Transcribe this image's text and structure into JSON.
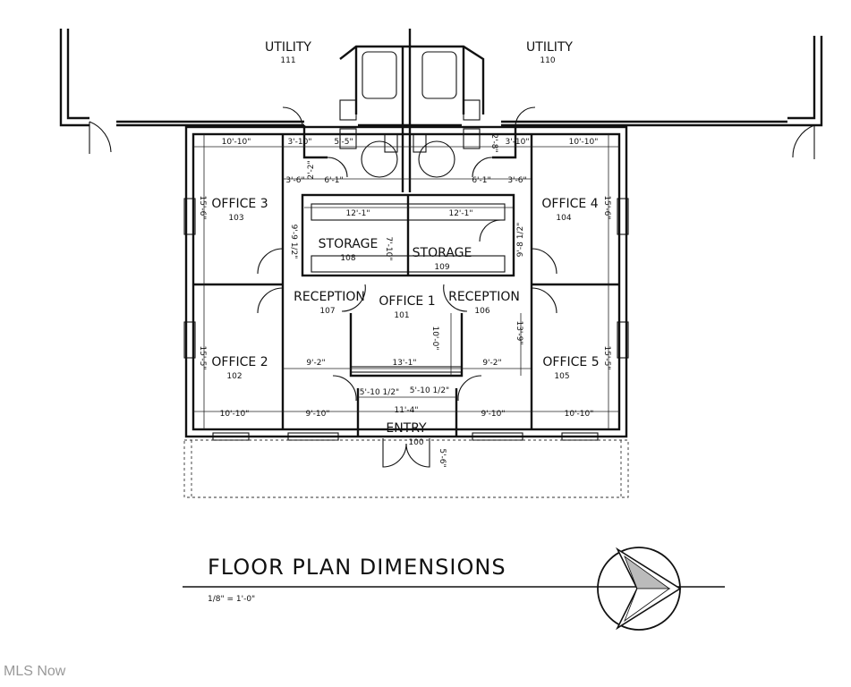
{
  "rooms": {
    "utility_111": {
      "name": "UTILITY",
      "number": "111"
    },
    "utility_110": {
      "name": "UTILITY",
      "number": "110"
    },
    "office_3": {
      "name": "OFFICE 3",
      "number": "103"
    },
    "office_4": {
      "name": "OFFICE 4",
      "number": "104"
    },
    "storage_108": {
      "name": "STORAGE",
      "number": "108"
    },
    "storage_109": {
      "name": "STORAGE",
      "number": "109"
    },
    "reception_107": {
      "name": "RECEPTION",
      "number": "107"
    },
    "office_1": {
      "name": "OFFICE 1",
      "number": "101"
    },
    "reception_106": {
      "name": "RECEPTION",
      "number": "106"
    },
    "office_2": {
      "name": "OFFICE 2",
      "number": "102"
    },
    "office_5": {
      "name": "OFFICE 5",
      "number": "105"
    },
    "entry": {
      "name": "ENTRY",
      "number": "100"
    }
  },
  "dimensions": {
    "top_left_width": "10'-10\"",
    "top_left_mid": "3'-10\"",
    "top_left_bath": "5'-5\"",
    "top_right_bath": "3'-10\"",
    "top_right_width": "10'-10\"",
    "util_left_v": "2'-2\"",
    "util_right_v": "2'-8\"",
    "left_3_6": "3'-6\"",
    "left_6_1": "6'-1\"",
    "right_6_1": "6'-1\"",
    "right_3_6": "3'-6\"",
    "office3_h": "15'-6\"",
    "office4_h": "15'-6\"",
    "storage_left_w": "12'-1\"",
    "storage_right_w": "12'-1\"",
    "storage_h": "7'-10\"",
    "rec_left_v": "9'-9 1/2\"",
    "rec_right_v": "9'-8 1/2\"",
    "office1_h": "10'-0\"",
    "rec106_h": "13'-9\"",
    "office2_h": "15'-5\"",
    "office5_h": "15'-5\"",
    "left_9_2": "9'-2\"",
    "office1_w": "13'-1\"",
    "right_9_2": "9'-2\"",
    "entry_half_l": "5'-10 1/2\"",
    "entry_half_r": "5'-10 1/2\"",
    "entry_w": "11'-4\"",
    "bottom_left": "10'-10\"",
    "bottom_left_mid": "9'-10\"",
    "bottom_right_mid": "9'-10\"",
    "bottom_right": "10'-10\"",
    "vestibule": "5'-6\""
  },
  "title": "FLOOR PLAN DIMENSIONS",
  "scale": "1/8\" = 1'-0\"",
  "watermark": "MLS Now",
  "north_arrow_icon": "north-arrow-icon"
}
